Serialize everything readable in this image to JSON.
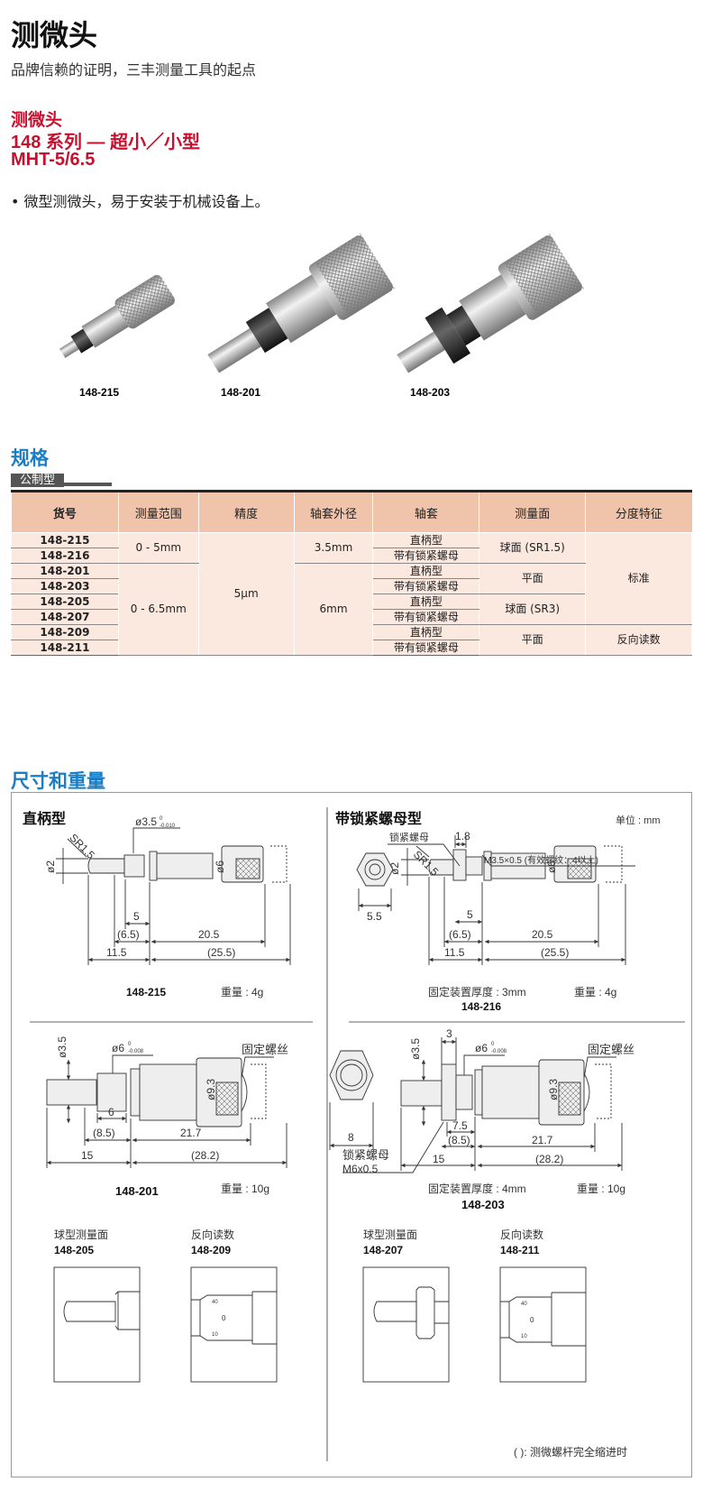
{
  "header": {
    "title": "测微头",
    "subtitle": "品牌信赖的证明，三丰测量工具的起点"
  },
  "product": {
    "category": "测微头",
    "series": "148 系列 — 超小／小型",
    "model": "MHT-5/6.5",
    "bullet": "• 微型测微头，易于安装于机械设备上。"
  },
  "photos": [
    "148-215",
    "148-201",
    "148-203"
  ],
  "specs": {
    "heading": "规格",
    "tab": "公制型",
    "columns": [
      "货号",
      "测量范围",
      "精度",
      "轴套外径",
      "轴套",
      "测量面",
      "分度特征"
    ],
    "models": [
      "148-215",
      "148-216",
      "148-201",
      "148-203",
      "148-205",
      "148-207",
      "148-209",
      "148-211"
    ],
    "range": [
      "0 - 5mm",
      "0 - 6.5mm"
    ],
    "accuracy": "5µm",
    "sleeve_dia": [
      "3.5mm",
      "6mm"
    ],
    "sleeve": [
      "直柄型",
      "带有锁紧螺母"
    ],
    "face": [
      "球面 (SR1.5)",
      "平面",
      "球面 (SR3)",
      "平面"
    ],
    "graduation": [
      "标准",
      "反向读数"
    ]
  },
  "dimensions": {
    "heading": "尺寸和重量",
    "straight": "直柄型",
    "locknut": "带锁紧螺母型",
    "unit": "单位 : mm",
    "p1": {
      "sr": "SR1.5",
      "d2": "ø2",
      "d35": "ø3.5",
      "tol": "-0.010",
      "top": "0",
      "d6": "ø6",
      "l5": "5",
      "l65": "(6.5)",
      "l205": "20.5",
      "l115": "11.5",
      "l255": "(25.5)",
      "model": "148-215",
      "weight": "重量 : 4g"
    },
    "p2": {
      "nut": "锁紧螺母",
      "l18": "1.8",
      "thread": "M3.5×0.5 (有效螺纹：4以上)",
      "sr": "SR1.5",
      "d2": "ø2",
      "d6": "ø6",
      "l55": "5.5",
      "l5": "5",
      "l65": "(6.5)",
      "l205": "20.5",
      "l115": "11.5",
      "l255": "(25.5)",
      "fix": "固定装置厚度 : 3mm",
      "model": "148-216",
      "weight": "重量 : 4g"
    },
    "p3": {
      "d35": "ø3.5",
      "d6": "ø6",
      "tol": "-0.008",
      "top": "0",
      "screw": "固定螺丝",
      "d93": "ø9.3",
      "l6": "6",
      "l85": "(8.5)",
      "l217": "21.7",
      "l15": "15",
      "l282": "(28.2)",
      "model": "148-201",
      "weight": "重量 : 10g"
    },
    "p4": {
      "l3": "3",
      "d35": "ø3.5",
      "d6": "ø6",
      "tol": "-0.008",
      "top": "0",
      "screw": "固定螺丝",
      "d93": "ø9.3",
      "l8": "8",
      "l75": "7.5",
      "l85": "(8.5)",
      "l217": "21.7",
      "nut": "锁紧螺母",
      "thread": "M6x0.5",
      "l15": "15",
      "l282": "(28.2)",
      "fix": "固定装置厚度 : 4mm",
      "model": "148-203",
      "weight": "重量 : 10g"
    },
    "details": [
      {
        "label": "球型测量面",
        "model": "148-205"
      },
      {
        "label": "反向读数",
        "model": "148-209"
      },
      {
        "label": "球型测量面",
        "model": "148-207"
      },
      {
        "label": "反向读数",
        "model": "148-211"
      }
    ],
    "scale": {
      "top": "40",
      "mid": "0",
      "bot": "10"
    },
    "note": "( ): 测微螺杆完全缩进时"
  },
  "colors": {
    "red": "#c8102e",
    "blue": "#1a7ec6",
    "table_header": "#f0c4ab",
    "table_body": "#fbe8df"
  }
}
